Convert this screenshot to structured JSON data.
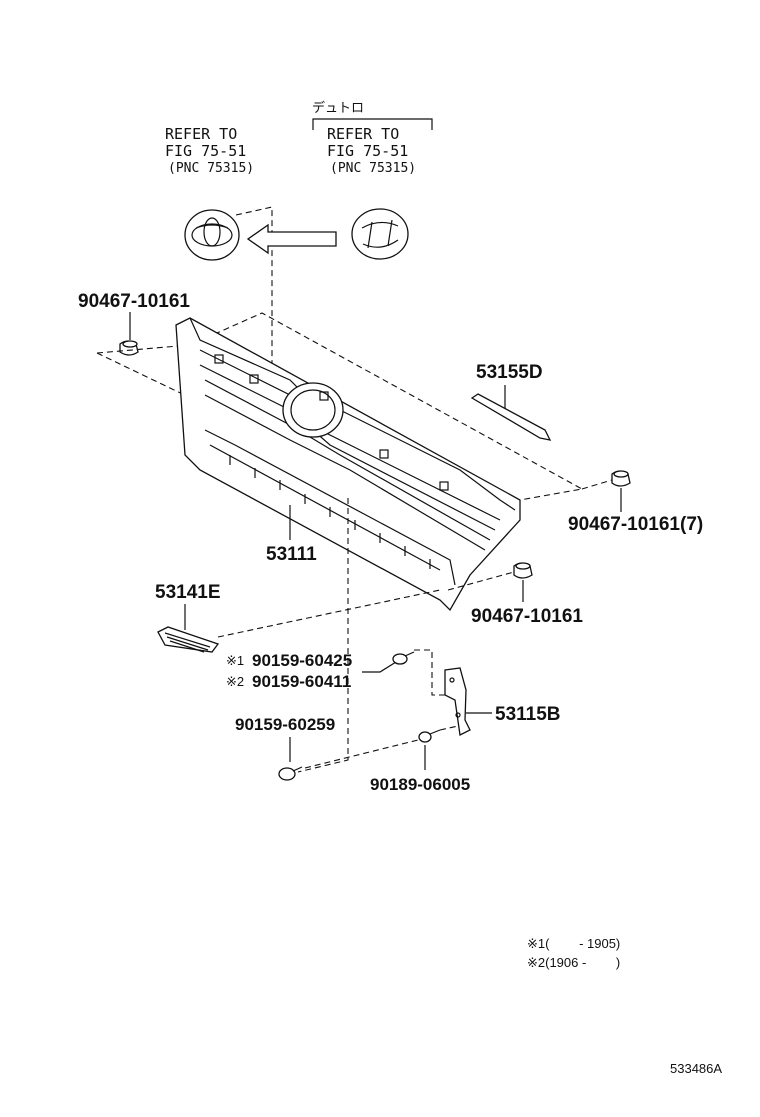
{
  "diagram": {
    "refer_left": {
      "line1": "REFER TO",
      "line2": "FIG 75-51",
      "line3": "(PNC 75315)"
    },
    "refer_right": {
      "variant": "デュトロ",
      "line1": "REFER TO",
      "line2": "FIG 75-51",
      "line3": "(PNC 75315)"
    },
    "parts": {
      "clip_left": "90467-10161",
      "molding": "53155D",
      "clip_right_top": "90467-10161(7)",
      "grille": "53111",
      "clip_right_bottom": "90467-10161",
      "lower_grille": "53141E",
      "screw_1": "90159-60425",
      "screw_2": "90159-60411",
      "screw_1_mark": "※1",
      "screw_2_mark": "※2",
      "bracket": "53115B",
      "screw_bottom": "90159-60259",
      "bolt": "90189-06005"
    },
    "notes": {
      "note1": "※1(　　 - 1905)",
      "note2": "※2(1906 -　　 )"
    },
    "figure_code": "533486A"
  }
}
